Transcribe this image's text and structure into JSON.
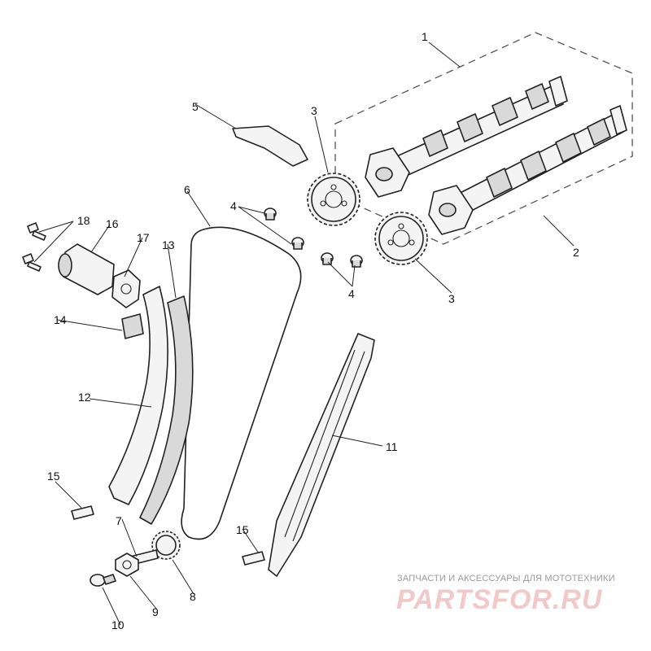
{
  "diagram": {
    "callouts": [
      "1",
      "2",
      "3",
      "3",
      "4",
      "4",
      "5",
      "6",
      "7",
      "8",
      "9",
      "10",
      "11",
      "12",
      "13",
      "14",
      "15",
      "15",
      "16",
      "17",
      "18"
    ]
  },
  "watermark": {
    "tagline": "ЗАПЧАСТИ И АКСЕССУАРЫ ДЛЯ МОТОТЕХНИКИ",
    "brand": "PARTSFOR.RU",
    "color": "#f1c9c9"
  }
}
